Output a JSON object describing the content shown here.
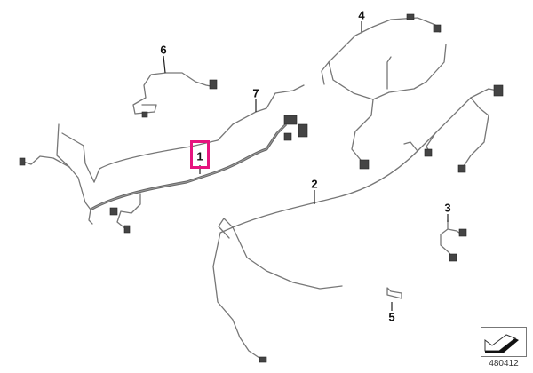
{
  "diagram": {
    "callouts": [
      {
        "id": "1",
        "label": "1",
        "highlighted": true
      },
      {
        "id": "2",
        "label": "2"
      },
      {
        "id": "3",
        "label": "3"
      },
      {
        "id": "4",
        "label": "4"
      },
      {
        "id": "5",
        "label": "5"
      },
      {
        "id": "6",
        "label": "6"
      },
      {
        "id": "7",
        "label": "7"
      }
    ],
    "highlight_color": "#e6157f",
    "reference_number": "480412",
    "nav_icon": "arrow-back-icon"
  }
}
